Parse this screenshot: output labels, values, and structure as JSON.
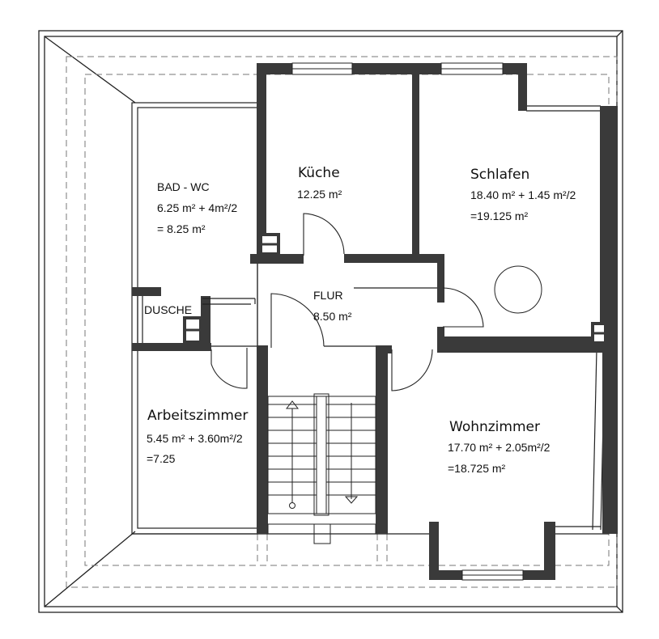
{
  "rooms": {
    "bad": {
      "name": "BAD - WC",
      "area_line1": "6.25 m² + 4m²/2",
      "area_line2": "= 8.25 m²"
    },
    "dusche": {
      "name": "DUSCHE"
    },
    "kueche": {
      "name": "Küche",
      "area": "12.25 m²"
    },
    "schlafen": {
      "name": "Schlafen",
      "area_line1": "18.40 m² + 1.45 m²/2",
      "area_line2": "=19.125 m²"
    },
    "flur": {
      "name": "FLUR",
      "area": "8.50 m²"
    },
    "arbeitszimmer": {
      "name": "Arbeitszimmer",
      "area_line1": "5.45 m² + 3.60m²/2",
      "area_line2": "=7.25"
    },
    "wohnzimmer": {
      "name": "Wohnzimmer",
      "area_line1": "17.70 m² + 2.05m²/2",
      "area_line2": "=18.725 m²"
    }
  },
  "colors": {
    "wall": "#3a3a3a",
    "line": "#222222",
    "dashed": "#777777",
    "background": "#ffffff"
  }
}
